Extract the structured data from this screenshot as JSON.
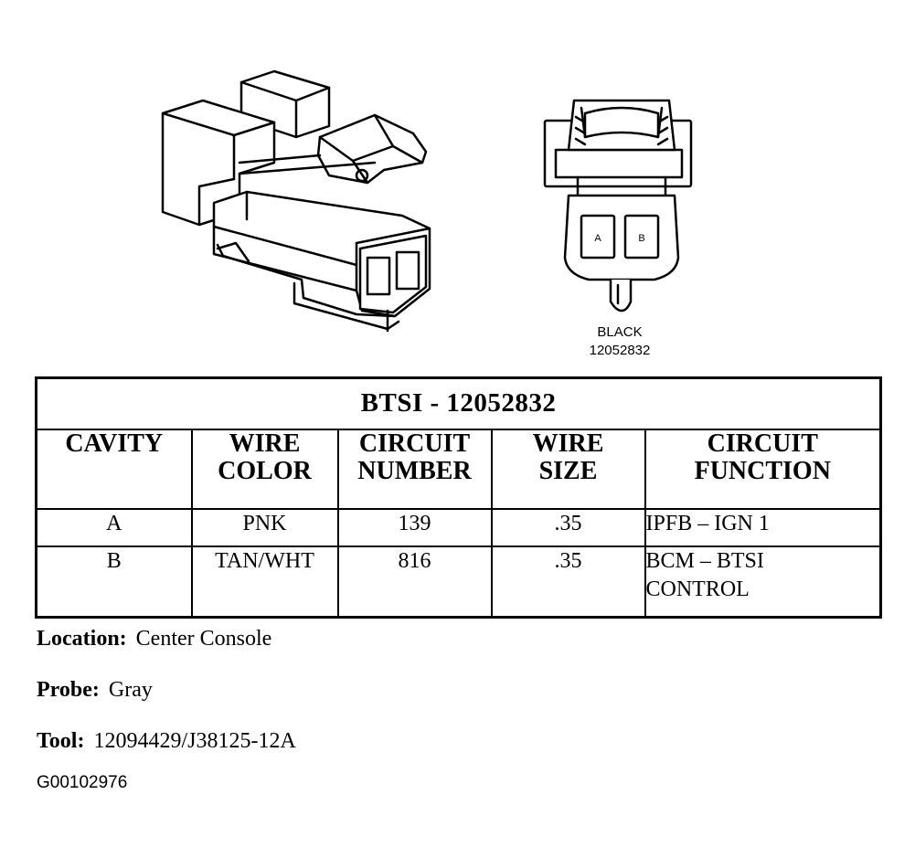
{
  "connector": {
    "color": "BLACK",
    "part_number": "12052832",
    "cavity_labels": [
      "A",
      "B"
    ]
  },
  "table": {
    "title": "BTSI - 12052832",
    "headers": [
      [
        "CAVITY"
      ],
      [
        "WIRE",
        "COLOR"
      ],
      [
        "CIRCUIT",
        "NUMBER"
      ],
      [
        "WIRE",
        "SIZE"
      ],
      [
        "CIRCUIT",
        "FUNCTION"
      ]
    ],
    "rows": [
      {
        "cavity": "A",
        "wire_color": "PNK",
        "circuit_number": "139",
        "wire_size": ".35",
        "function": [
          "IPFB – IGN 1"
        ]
      },
      {
        "cavity": "B",
        "wire_color": "TAN/WHT",
        "circuit_number": "816",
        "wire_size": ".35",
        "function": [
          "BCM – BTSI",
          "CONTROL"
        ]
      }
    ]
  },
  "footer": {
    "location_label": "Location:",
    "location_value": "Center Console",
    "probe_label": "Probe:",
    "probe_value": "Gray",
    "tool_label": "Tool:",
    "tool_value": "12094429/J38125-12A"
  },
  "figure_id": "G00102976"
}
